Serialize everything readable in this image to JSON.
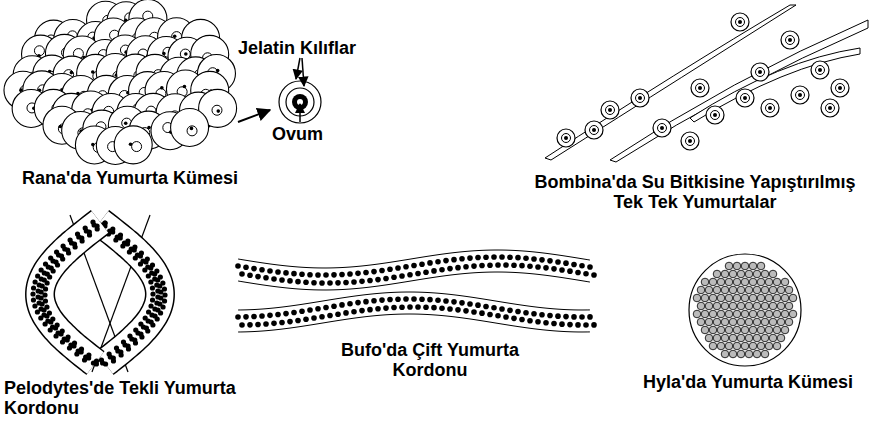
{
  "diagram": {
    "labels": [
      "Jelatin Kılıflar",
      "Ovum",
      "Rana'da Yumurta Kümesi",
      "Bombina'da Su Bitkisine Yapıştırılmış Tek Tek Yumurtalar",
      "Pelodytes'de Tekli Yumurta Kordonu",
      "Bufo'da Çift Yumurta Kordonu",
      "Hyla'da Yumurta Kümesi"
    ]
  }
}
